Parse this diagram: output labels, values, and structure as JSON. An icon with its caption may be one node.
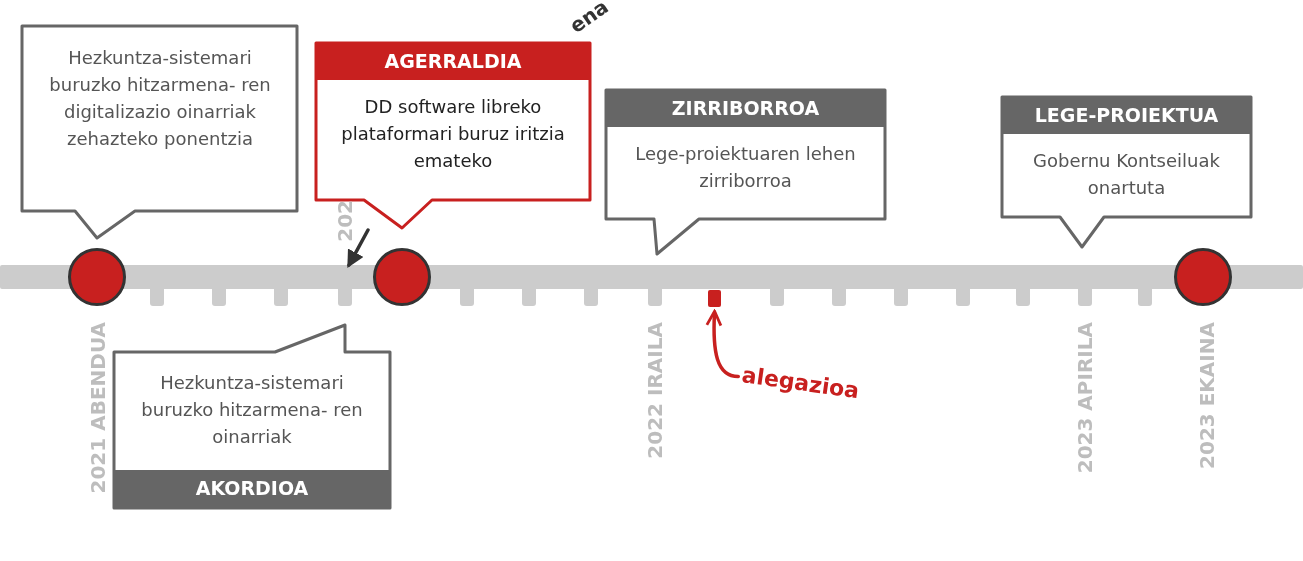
{
  "diagram": {
    "nodes": [
      {
        "text": [
          "Hezkuntza-sistemari buruzko hitzarmena- ren digitalizazio oinarriak zehazteko ponentzia"
        ]
      },
      {
        "text": [
          "AGERRALDIA",
          "DD software libreko plataformari buruz iritzia emateko"
        ]
      },
      {
        "text": [
          "ZIRRIBORROA",
          "Lege-proiektuaren lehen zirriborroa"
        ]
      },
      {
        "text": [
          "LEGE-PROIEKTUA",
          "Gobernu Kontseiluak onartuta"
        ]
      },
      {
        "text": [],
        "shape": "bar"
      },
      {
        "text": [],
        "shape": "circle",
        "beside": [
          "2021 ABENDUA"
        ]
      },
      {
        "text": [],
        "shape": "circle"
      },
      {
        "text": [],
        "shape": "bar"
      },
      {
        "text": [],
        "shape": "circle",
        "beside": [
          "2023 EKAINA"
        ]
      },
      {
        "text": [
          "Hezkuntza-sistemari buruzko hitzarmena- ren oinarriak",
          "AKORDIOA"
        ]
      },
      {
        "text": [
          "alegazioa"
        ]
      }
    ],
    "edges": [
      {
        "from": null,
        "to": 4,
        "arrow": "to"
      },
      {
        "from": 10,
        "to": 7,
        "arrow": "to",
        "color": "#c8201f"
      }
    ],
    "labels": [
      "ena",
      "202",
      "2022 IRAILA",
      "2023 APIRILA"
    ]
  }
}
